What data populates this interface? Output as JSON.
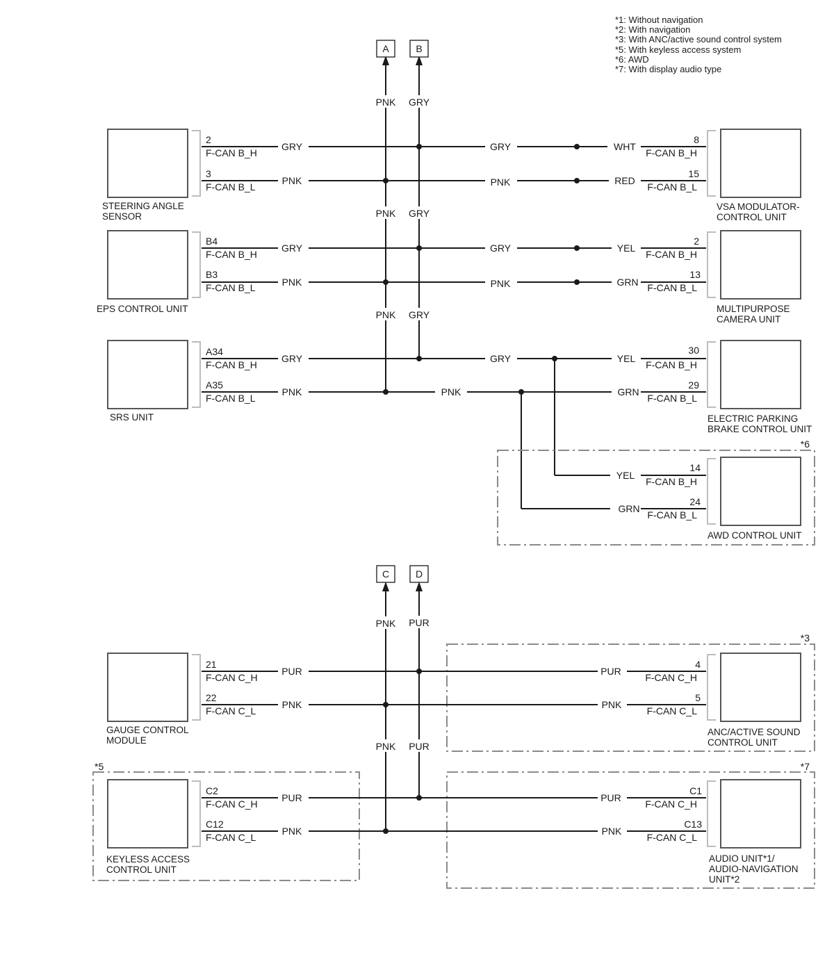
{
  "notes": [
    "*1: Without navigation",
    "*2: With navigation",
    "*3: With ANC/active sound control system",
    "*5: With keyless access system",
    "*6: AWD",
    "*7: With display audio type"
  ],
  "connectors": {
    "a": "A",
    "b": "B",
    "c": "C",
    "d": "D"
  },
  "bus_colors": {
    "f_h": "GRY",
    "f_l": "PNK",
    "c_h": "PUR",
    "c_l": "PNK"
  },
  "units": {
    "steering_angle_sensor": {
      "name": [
        "STEERING ANGLE",
        "SENSOR"
      ],
      "pin_h": "2",
      "pin_l": "3",
      "sig_h": "F-CAN B_H",
      "sig_l": "F-CAN B_L",
      "wire_h": "GRY",
      "wire_l": "PNK"
    },
    "eps_control_unit": {
      "name": [
        "EPS CONTROL UNIT"
      ],
      "pin_h": "B4",
      "pin_l": "B3",
      "sig_h": "F-CAN B_H",
      "sig_l": "F-CAN B_L",
      "wire_h": "GRY",
      "wire_l": "PNK"
    },
    "srs_unit": {
      "name": [
        "SRS UNIT"
      ],
      "pin_h": "A34",
      "pin_l": "A35",
      "sig_h": "F-CAN B_H",
      "sig_l": "F-CAN B_L",
      "wire_h": "GRY",
      "wire_l": "PNK"
    },
    "vsa_modulator_control_unit": {
      "name": [
        "VSA MODULATOR-",
        "CONTROL UNIT"
      ],
      "pin_h": "8",
      "pin_l": "15",
      "sig_h": "F-CAN B_H",
      "sig_l": "F-CAN B_L",
      "wire_h": "WHT",
      "wire_l": "RED",
      "bus_h": "GRY",
      "bus_l": "PNK"
    },
    "multipurpose_camera_unit": {
      "name": [
        "MULTIPURPOSE",
        "CAMERA UNIT"
      ],
      "pin_h": "2",
      "pin_l": "13",
      "sig_h": "F-CAN B_H",
      "sig_l": "F-CAN B_L",
      "wire_h": "YEL",
      "wire_l": "GRN",
      "bus_h": "GRY",
      "bus_l": "PNK"
    },
    "electric_parking_brake_control_unit": {
      "name": [
        "ELECTRIC PARKING",
        "BRAKE CONTROL UNIT"
      ],
      "pin_h": "30",
      "pin_l": "29",
      "sig_h": "F-CAN B_H",
      "sig_l": "F-CAN B_L",
      "wire_h": "YEL",
      "wire_l": "GRN",
      "bus_h": "GRY",
      "bus_l": "PNK"
    },
    "awd_control_unit": {
      "name": [
        "AWD CONTROL UNIT"
      ],
      "option": "*6",
      "pin_h": "14",
      "pin_l": "24",
      "sig_h": "F-CAN B_H",
      "sig_l": "F-CAN B_L",
      "wire_h": "YEL",
      "wire_l": "GRN"
    },
    "gauge_control_module": {
      "name": [
        "GAUGE CONTROL",
        "MODULE"
      ],
      "pin_h": "21",
      "pin_l": "22",
      "sig_h": "F-CAN C_H",
      "sig_l": "F-CAN C_L",
      "wire_h": "PUR",
      "wire_l": "PNK"
    },
    "keyless_access_control_unit": {
      "name": [
        "KEYLESS ACCESS",
        "CONTROL UNIT"
      ],
      "option": "*5",
      "pin_h": "C2",
      "pin_l": "C12",
      "sig_h": "F-CAN C_H",
      "sig_l": "F-CAN C_L",
      "wire_h": "PUR",
      "wire_l": "PNK"
    },
    "anc_active_sound_control_unit": {
      "name": [
        "ANC/ACTIVE SOUND",
        "CONTROL UNIT"
      ],
      "option": "*3",
      "pin_h": "4",
      "pin_l": "5",
      "sig_h": "F-CAN C_H",
      "sig_l": "F-CAN C_L",
      "wire_h": "PUR",
      "wire_l": "PNK"
    },
    "audio_unit": {
      "name": [
        "AUDIO UNIT*1/",
        "AUDIO-NAVIGATION",
        "UNIT*2"
      ],
      "option": "*7",
      "pin_h": "C1",
      "pin_l": "C13",
      "sig_h": "F-CAN C_H",
      "sig_l": "F-CAN C_L",
      "wire_h": "PUR",
      "wire_l": "PNK"
    }
  }
}
